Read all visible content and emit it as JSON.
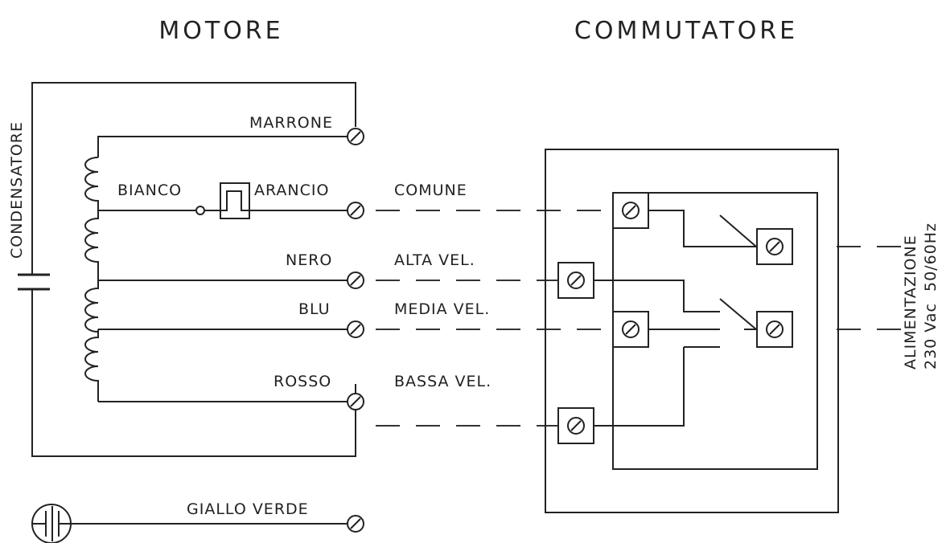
{
  "titles": {
    "motor": "MOTORE",
    "switch": "COMMUTATORE"
  },
  "labels": {
    "capacitor": "CONDENSATORE",
    "brown": "MARRONE",
    "white": "BIANCO",
    "orange": "ARANCIO",
    "common": "COMUNE",
    "black": "NERO",
    "high": "ALTA VEL.",
    "blue": "BLU",
    "medium": "MEDIA VEL.",
    "red": "ROSSO",
    "low": "BASSA VEL.",
    "ground": "GIALLO VERDE",
    "supply_line1": "ALIMENTAZIONE",
    "supply_line2": "230 Vac  50/60Hz"
  },
  "colors": {
    "ink": "#222222",
    "background": "#ffffff"
  },
  "icons": [
    "capacitor-icon",
    "coil-icon",
    "thermal-protector-icon",
    "screw-terminal-icon",
    "ground-icon",
    "switch-contact-icon"
  ]
}
